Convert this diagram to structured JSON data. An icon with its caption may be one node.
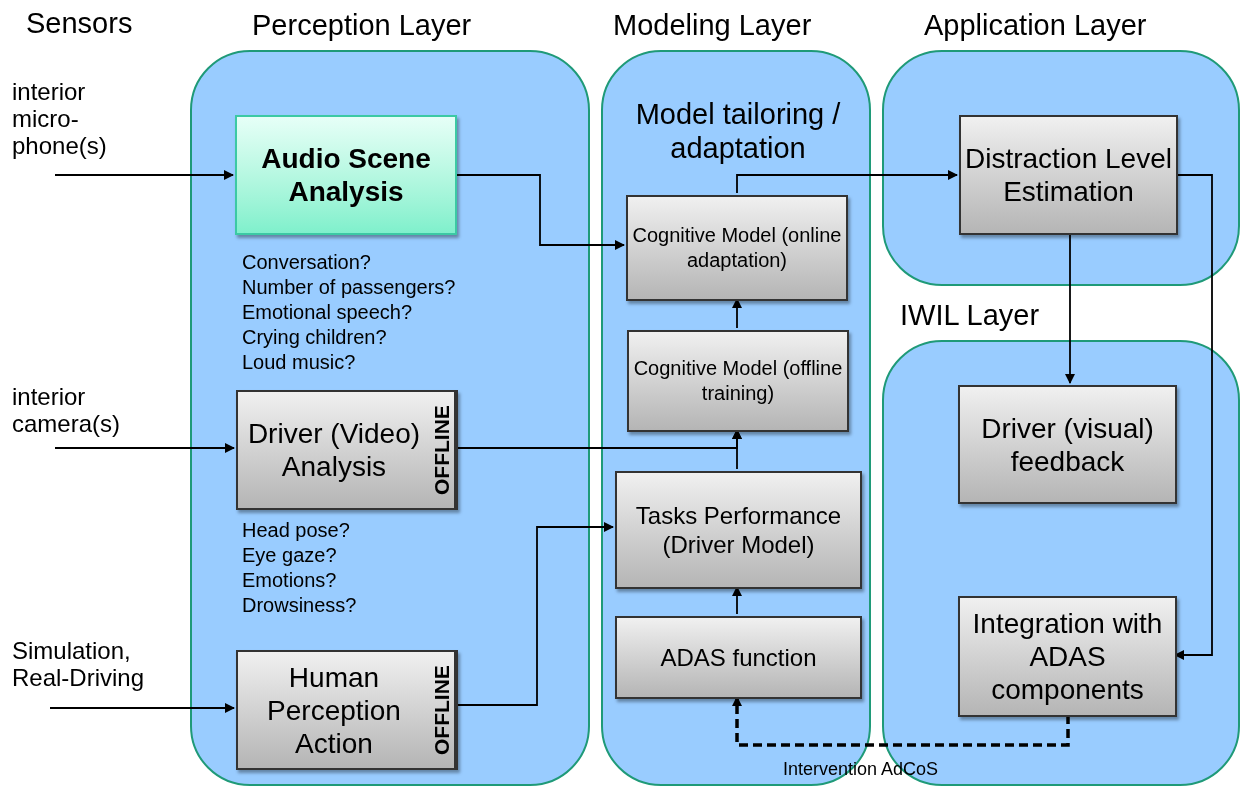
{
  "diagram": {
    "nodes": [
      {
        "text": [
          "Perception Layer"
        ]
      },
      {
        "text": [
          "Audio Scene Analysis"
        ],
        "in": 0,
        "beside": [
          "Conversation?",
          "Number of passengers?",
          "Emotional speech?",
          "Crying children?",
          "Loud music?"
        ]
      },
      {
        "text": [
          "Driver (Video) Analysis",
          "OFFLINE"
        ],
        "in": 0,
        "beside": [
          "Head pose?",
          "Eye gaze?",
          "Emotions?",
          "Drowsiness?"
        ]
      },
      {
        "text": [
          "Human Perception Action",
          "OFFLINE"
        ],
        "in": 0
      },
      {
        "text": [
          "Modeling Layer",
          "Model tailoring / adaptation"
        ]
      },
      {
        "text": [
          "Cognitive Model (online adaptation)"
        ],
        "in": 4
      },
      {
        "text": [
          "Cognitive Model (offline training)"
        ],
        "in": 4
      },
      {
        "text": [
          "Tasks Performance (Driver Model)"
        ],
        "in": 4
      },
      {
        "text": [
          "ADAS function"
        ],
        "in": 4
      },
      {
        "text": [
          "Application Layer"
        ]
      },
      {
        "text": [
          "Distraction Level Estimation"
        ],
        "in": 9
      },
      {
        "text": [
          "IWIL Layer"
        ]
      },
      {
        "text": [
          "Driver (visual) feedback"
        ],
        "in": 11
      },
      {
        "text": [
          "Integration with ADAS components"
        ],
        "in": 11
      },
      {
        "text": [
          "interior micro- phone(s)"
        ]
      },
      {
        "text": [
          "interior camera(s)"
        ]
      },
      {
        "text": [
          "Simulation, Real-Driving"
        ]
      }
    ],
    "edges": [
      {
        "from": 14,
        "to": 1,
        "arrow": "to"
      },
      {
        "from": 15,
        "to": 2,
        "arrow": "to"
      },
      {
        "from": 16,
        "to": 3,
        "arrow": "to"
      },
      {
        "from": 1,
        "to": 5,
        "arrow": "to"
      },
      {
        "from": 2,
        "to": 6,
        "arrow": "to"
      },
      {
        "from": 7,
        "to": 6,
        "arrow": "to"
      },
      {
        "from": 3,
        "to": 7,
        "arrow": "to"
      },
      {
        "from": 8,
        "to": 7,
        "arrow": "to"
      },
      {
        "from": 6,
        "to": 5,
        "arrow": "to"
      },
      {
        "from": 5,
        "to": 10,
        "arrow": "to"
      },
      {
        "from": 10,
        "to": 12,
        "arrow": "to"
      },
      {
        "from": 10,
        "to": 13,
        "arrow": "to"
      },
      {
        "from": 13,
        "to": 8,
        "arrow": "to",
        "style": "dashed",
        "label": "Intervention AdCoS"
      }
    ],
    "labels": [
      "Sensors"
    ]
  }
}
